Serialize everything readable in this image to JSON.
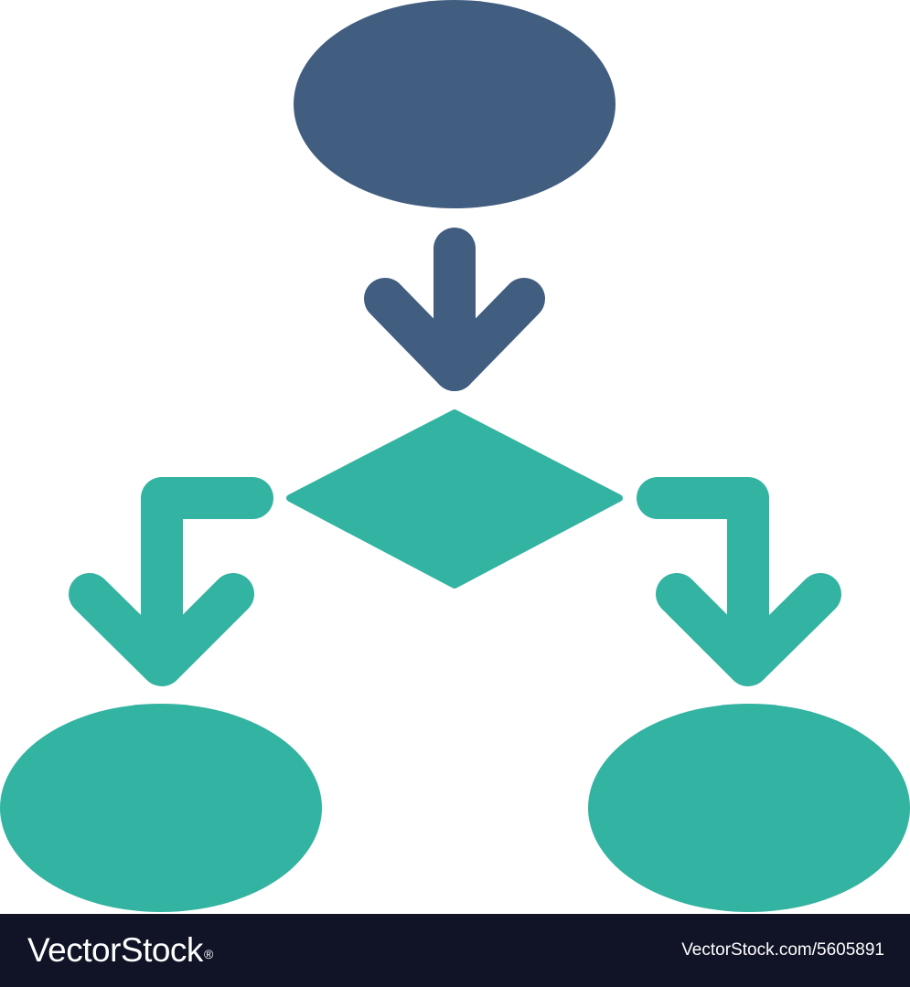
{
  "colors": {
    "primary": "#415d80",
    "secondary": "#33b3a1",
    "background": "#ffffff",
    "footer_bg": "#101426",
    "footer_text": "#ffffff"
  },
  "diagram": {
    "icon": "flowchart-icon",
    "nodes": [
      {
        "name": "start-ellipse",
        "shape": "ellipse",
        "color": "primary"
      },
      {
        "name": "decision-diamond",
        "shape": "diamond",
        "color": "secondary"
      },
      {
        "name": "left-result-ellipse",
        "shape": "ellipse",
        "color": "secondary"
      },
      {
        "name": "right-result-ellipse",
        "shape": "ellipse",
        "color": "secondary"
      }
    ],
    "arrows": [
      {
        "name": "arrow-down-icon",
        "from": "start-ellipse",
        "to": "decision-diamond",
        "color": "primary"
      },
      {
        "name": "arrow-left-branch-icon",
        "from": "decision-diamond",
        "to": "left-result-ellipse",
        "color": "secondary"
      },
      {
        "name": "arrow-right-branch-icon",
        "from": "decision-diamond",
        "to": "right-result-ellipse",
        "color": "secondary"
      }
    ]
  },
  "watermark": {
    "brand": "VectorStock",
    "registered_mark": "®",
    "reference": "VectorStock.com/5605891"
  }
}
